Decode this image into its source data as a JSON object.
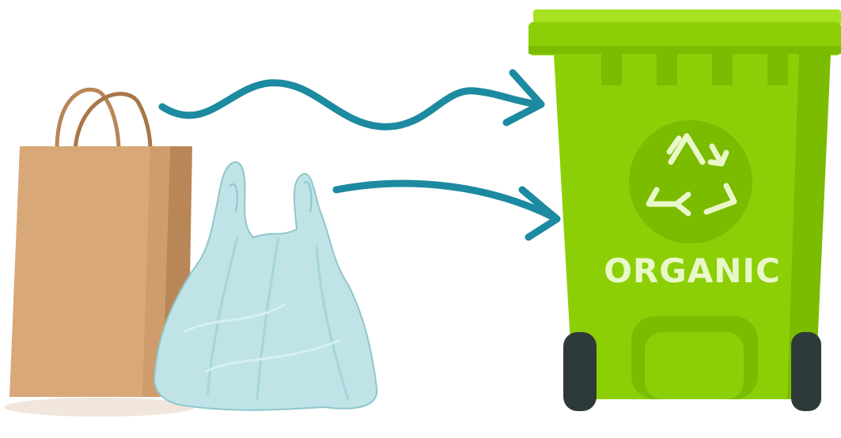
{
  "bin": {
    "label": "ORGANIC",
    "icon": "recycle-icon"
  },
  "items": [
    {
      "name": "paper-bag",
      "icon": "paper-bag"
    },
    {
      "name": "plastic-bag",
      "icon": "plastic-bag"
    }
  ],
  "colors": {
    "bin_green": "#8ccf07",
    "bin_dark_green": "#6fae00",
    "bin_light_green": "#a6e21f",
    "label_color": "#e9f8c9",
    "wheel": "#2e3a3a",
    "arrow": "#1c8aa0",
    "paper_bag": "#d9a879",
    "paper_bag_dark": "#b88657",
    "plastic_bag": "#bfe3e6",
    "plastic_bag_dark": "#8fc7cc"
  }
}
